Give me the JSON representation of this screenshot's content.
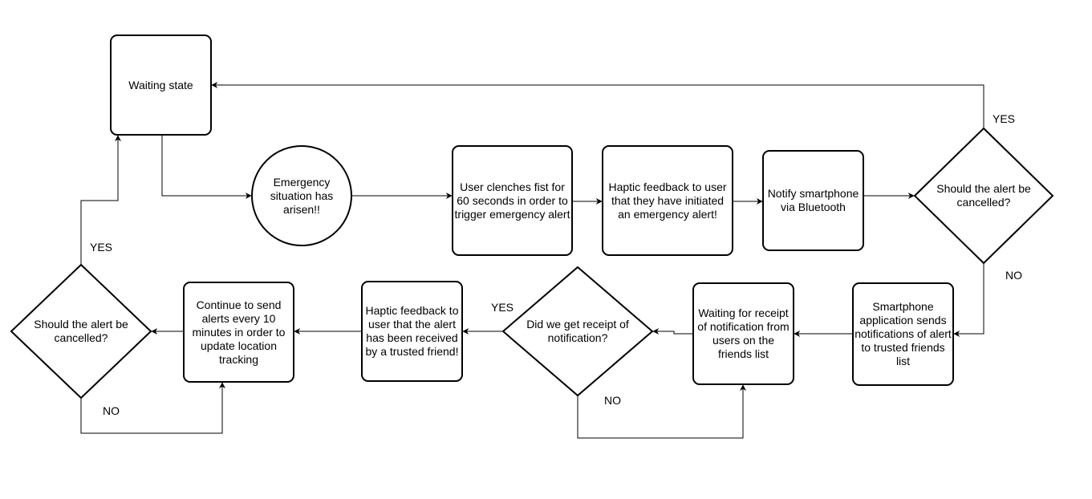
{
  "nodes": {
    "waiting": "Waiting state",
    "emergency": "Emergency situation has arisen!!",
    "clench": "User clenches fist for 60 seconds in order to trigger emergency alert",
    "haptic1": "Haptic feedback to user that they have initiated an emergency alert!",
    "notify": "Notify smartphone via Bluetooth",
    "cancel1": "Should the alert be cancelled?",
    "smartphone": "Smartphone application sends notifications of alert to trusted friends list",
    "waiting_receipt": "Waiting for receipt of notification from users on the friends list",
    "receipt": "Did we get receipt of notification?",
    "haptic2": "Haptic feedback to user that the alert has been received by a trusted friend!",
    "continue": "Continue to send alerts every 10 minutes in order to update location tracking",
    "cancel2": "Should the alert be cancelled?"
  },
  "labels": {
    "cancel1_yes": "YES",
    "cancel1_no": "NO",
    "receipt_yes": "YES",
    "receipt_no": "NO",
    "cancel2_yes": "YES",
    "cancel2_no": "NO"
  }
}
